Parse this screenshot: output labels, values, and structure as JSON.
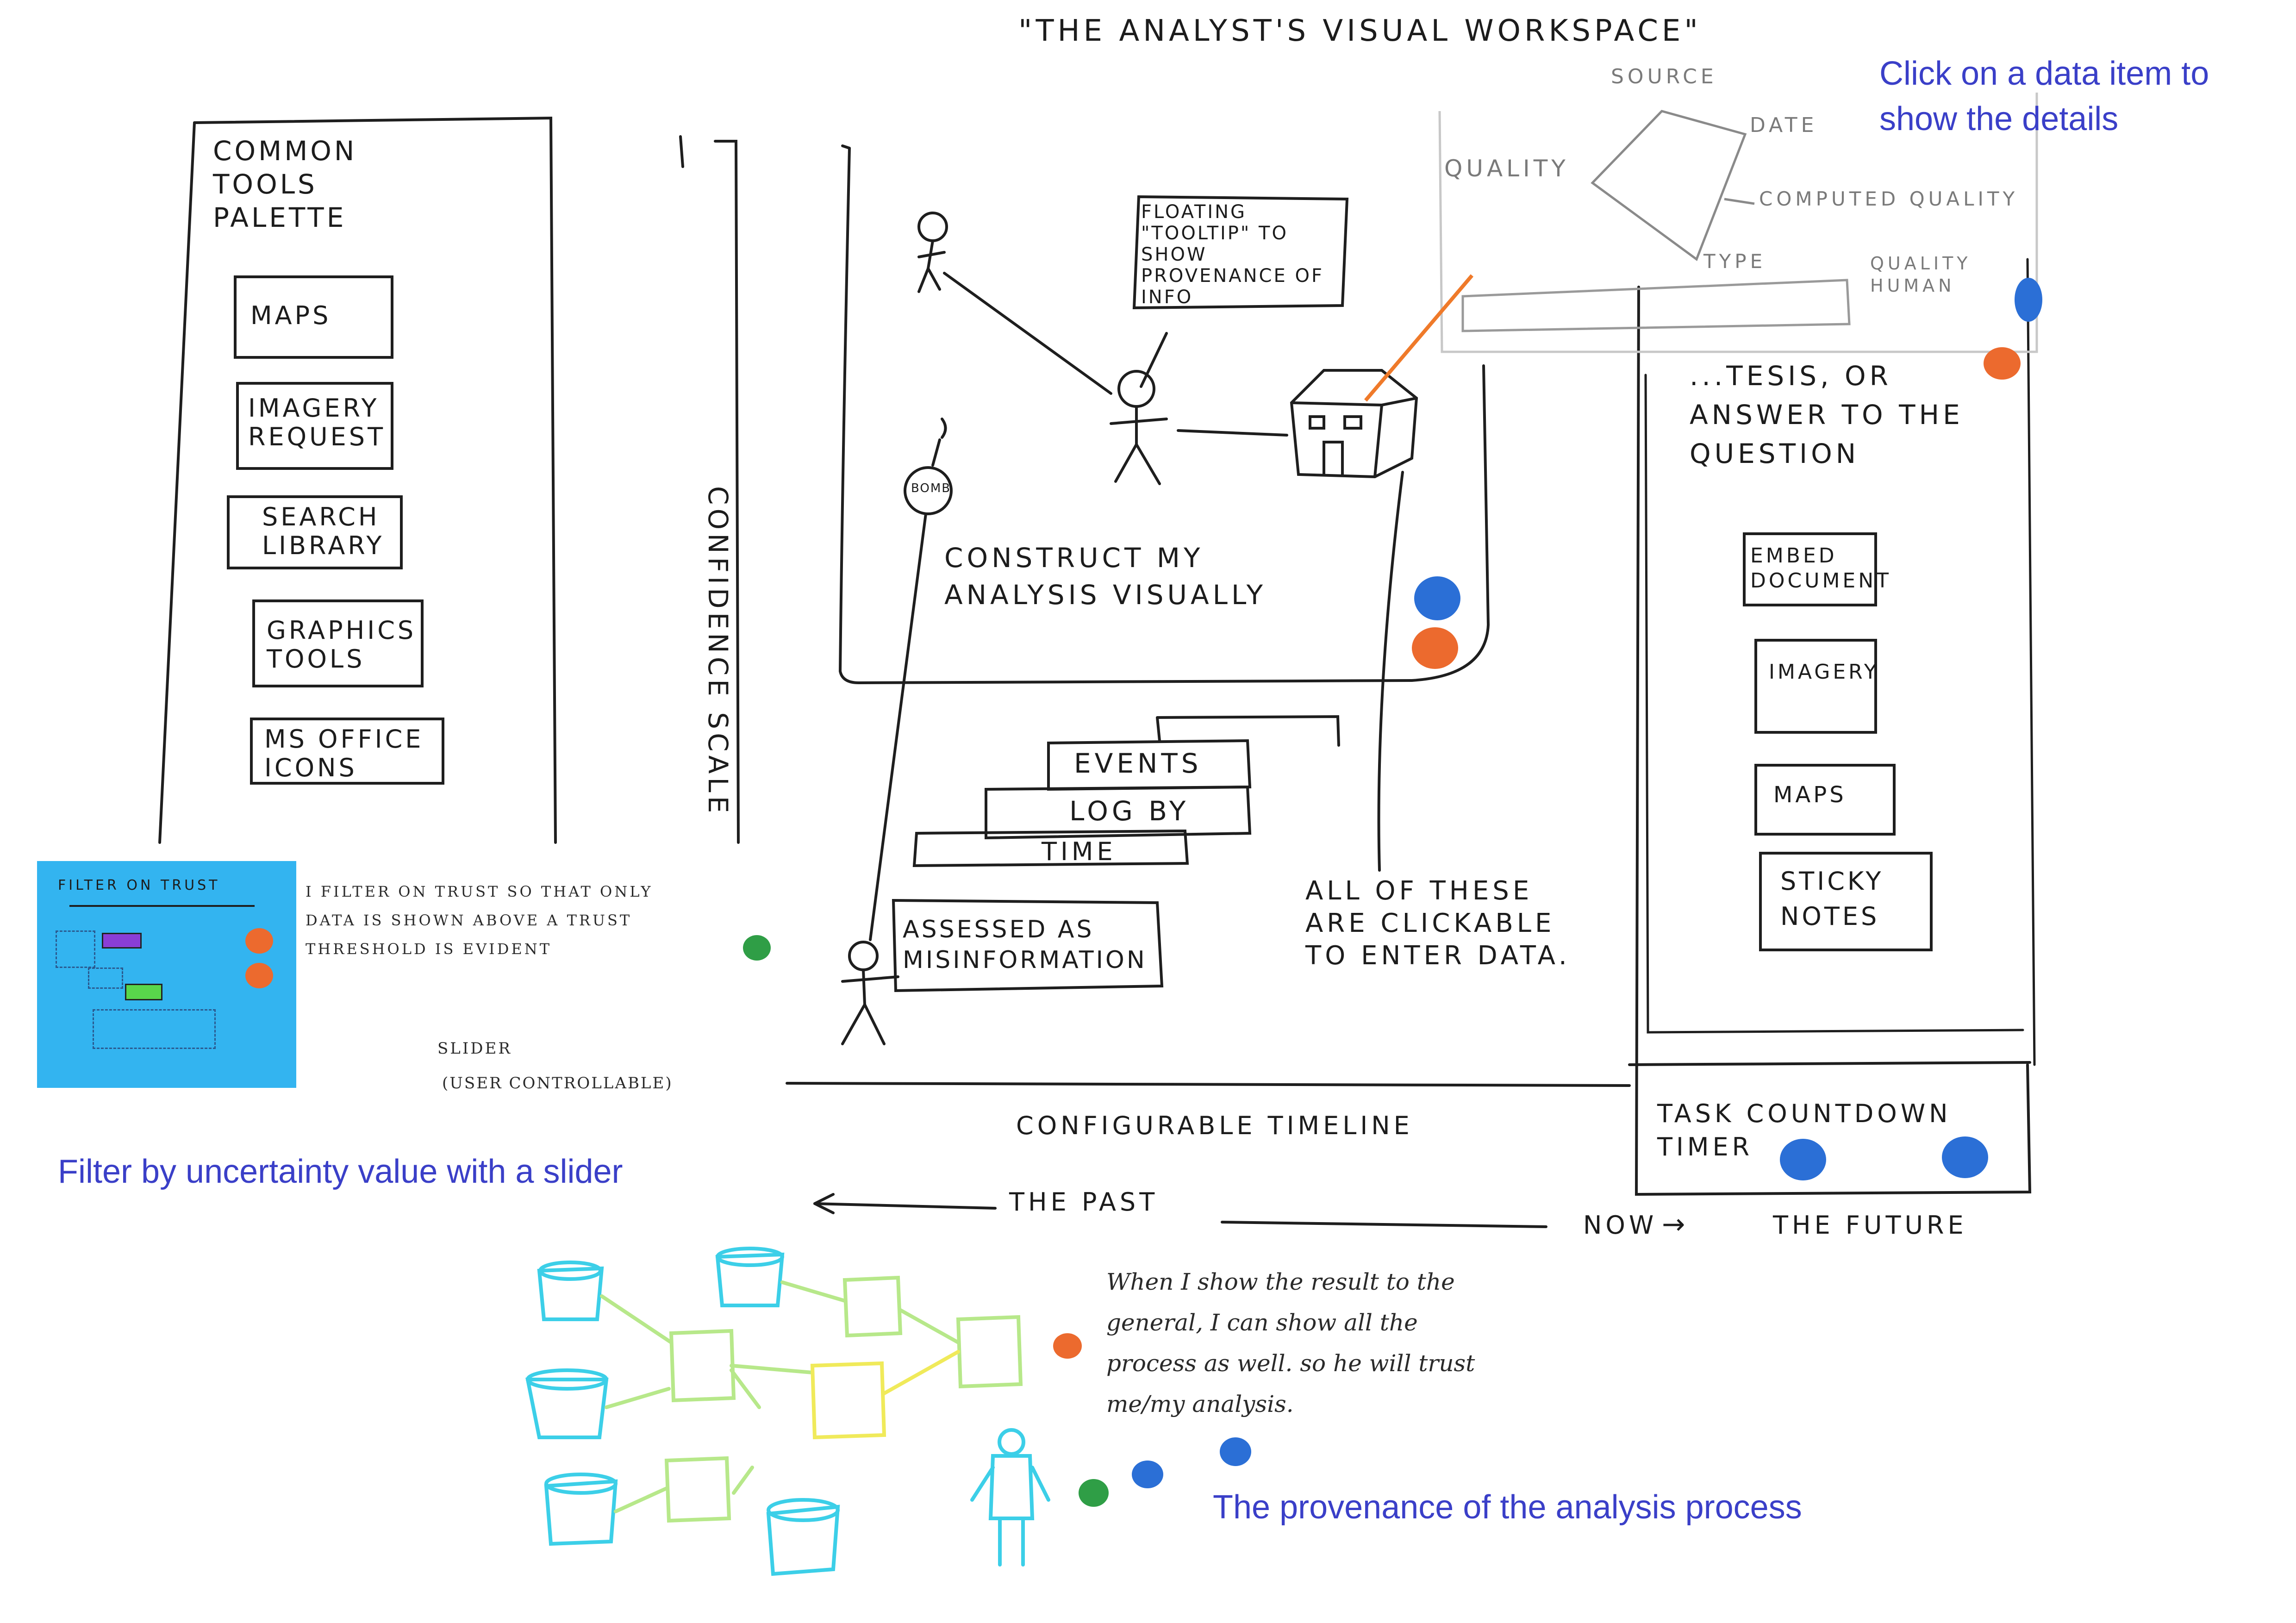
{
  "title": "\"THE ANALYST'S VISUAL WORKSPACE\"",
  "annotations": {
    "click_details": "Click on a data item to show the details",
    "filter_slider": "Filter by uncertainty value with a slider",
    "provenance": "The provenance of the analysis process"
  },
  "tools_palette": {
    "heading": "COMMON TOOLS PALETTE",
    "items": [
      "MAPS",
      "IMAGERY REQUEST",
      "SEARCH LIBRARY",
      "GRAPHICS TOOLS",
      "MS OFFICE ICONS"
    ]
  },
  "confidence_scale": "CONFIDENCE SCALE",
  "analysis": {
    "heading": "CONSTRUCT MY ANALYSIS VISUALLY",
    "bomb": "BOMB",
    "tooltip": "FLOATING \"TOOLTIP\" TO SHOW PROVENANCE OF INFO",
    "events": [
      "EVENTS",
      "LOG BY",
      "TIME"
    ],
    "misinformation": "ASSESSED AS MISINFORMATION",
    "clickable": "ALL OF THESE ARE CLICKABLE TO ENTER DATA."
  },
  "details_popup": {
    "source": "SOURCE",
    "date": "DATE",
    "quality": "QUALITY",
    "computed_quality": "COMPUTED QUALITY",
    "type": "TYPE",
    "human": "QUALITY HUMAN"
  },
  "right_panel": {
    "heading": "...TESIS, OR ANSWER TO THE QUESTION",
    "items": [
      "EMBED DOCUMENT",
      "IMAGERY",
      "MAPS",
      "STICKY NOTES"
    ]
  },
  "filter_note": {
    "title": "FILTER ON TRUST",
    "text": "I FILTER ON TRUST SO THAT ONLY DATA IS SHOWN ABOVE A TRUST THRESHOLD IS EVIDENT",
    "slider": "SLIDER",
    "user": "(USER CONTROLLABLE)"
  },
  "timeline": {
    "label": "CONFIGURABLE TIMELINE",
    "past": "THE PAST",
    "now": "NOW",
    "future": "THE FUTURE",
    "countdown": "TASK COUNTDOWN TIMER"
  },
  "general_note": "When I show the result to the general, I can show all the process as well. so he will trust me/my analysis.",
  "colors": {
    "ink": "#1c1c1c",
    "annotation_blue": "#3a3fc8",
    "dot_orange": "#ec6a2e",
    "dot_blue": "#2b6fd6",
    "dot_green": "#2f9e46",
    "sticky_blue": "#33b4f0",
    "provenance_cyan": "#3ccfe8",
    "provenance_green": "#b7e88a",
    "provenance_yellow": "#f0ea5a"
  }
}
